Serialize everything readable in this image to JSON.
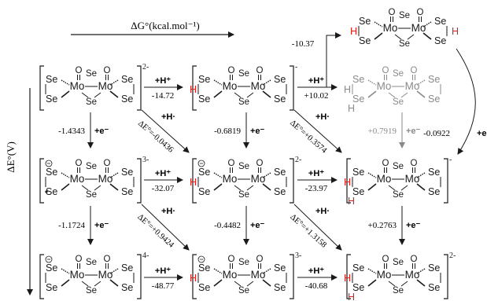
{
  "axes": {
    "top_label": "ΔG°(kcal.mol⁻¹)",
    "left_label": "ΔE°(V)"
  },
  "atoms": {
    "mo": "Mo",
    "se": "Se",
    "o": "O",
    "h": "H"
  },
  "charges": {
    "r1c1": "2-",
    "r1c2": "-",
    "r2c1": "3-",
    "r2c2": "2-",
    "r2c3": "-",
    "r3c1": "4-",
    "r3c2": "3-",
    "r3c3": "2-"
  },
  "reactions": {
    "h_plus": "+H⁺",
    "h_atom": "+H·",
    "e_minus": "+e⁻"
  },
  "values": {
    "top_arrow": "-10.37",
    "h_r1_a": "-14.72",
    "h_r1_b": "+10.02",
    "h_r2_a": "-32.07",
    "h_r2_b": "-23.97",
    "h_r3_a": "-48.77",
    "h_r3_b": "-40.68",
    "e_r1_c1": "-1.4343",
    "e_r1_c2": "-0.6819",
    "e_r1_c3": "+0.7919",
    "e_r2_c1": "-1.1724",
    "e_r2_c2": "-0.4482",
    "e_r2_c3": "+0.2763",
    "e_curve": "-0.0922",
    "diag_1": "ΔE°=-0.0436",
    "diag_2": "ΔE°=+0.3574",
    "diag_3": "ΔE°=+0.9424",
    "diag_4": "ΔE°=+1.3158"
  },
  "colors": {
    "ink": "#1a1a1a",
    "faded": "#8a8a8a",
    "hydrogen": "#e0201b"
  }
}
